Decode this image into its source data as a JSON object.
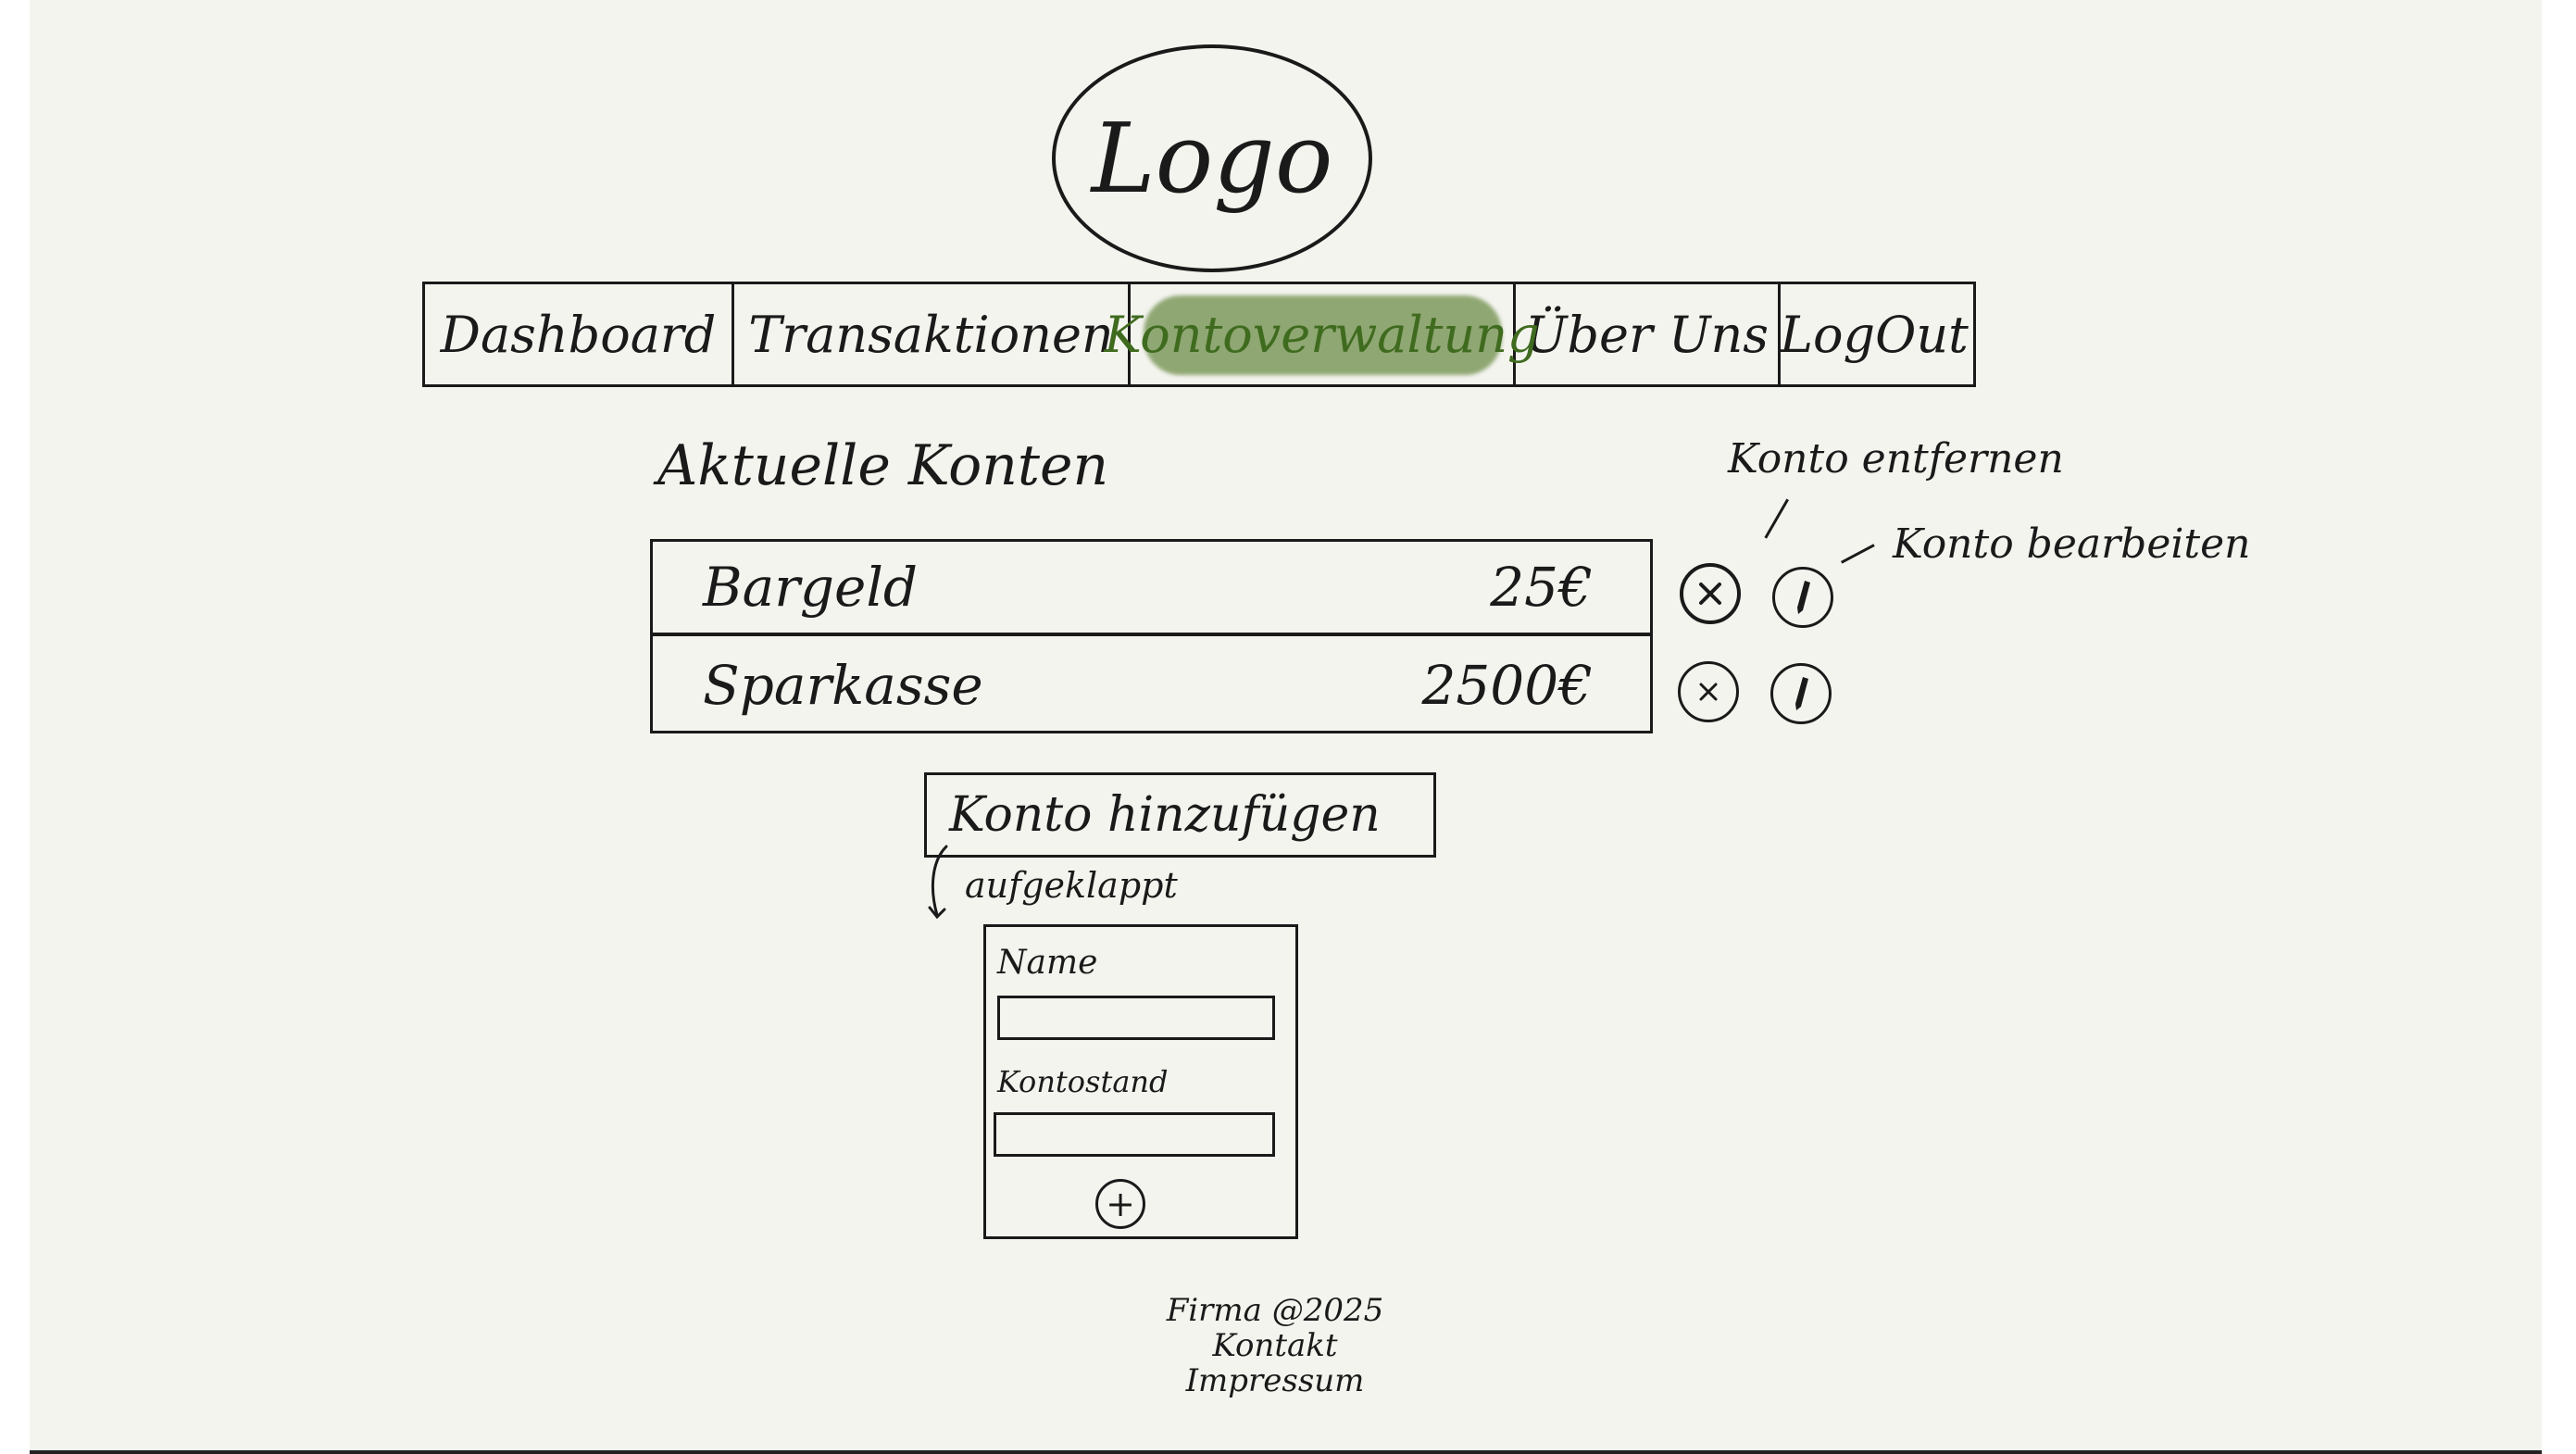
{
  "logo": {
    "text": "Logo"
  },
  "nav": {
    "items": [
      {
        "label": "Dashboard"
      },
      {
        "label": "Transaktionen"
      },
      {
        "label": "Kontoverwaltung",
        "active": true
      },
      {
        "label": "Über Uns"
      },
      {
        "label": "LogOut"
      }
    ]
  },
  "accounts": {
    "title": "Aktuelle Konten",
    "rows": [
      {
        "name": "Bargeld",
        "amount": "25€"
      },
      {
        "name": "Sparkasse",
        "amount": "2500€"
      }
    ]
  },
  "annotations": {
    "remove": "Konto entfernen",
    "edit": "Konto bearbeiten",
    "expanded": "aufgeklappt"
  },
  "add_account": {
    "label": "Konto hinzufügen"
  },
  "form": {
    "name_label": "Name",
    "balance_label": "Kontostand",
    "submit_symbol": "+"
  },
  "footer": {
    "company": "Firma @2025",
    "contact": "Kontakt",
    "imprint": "Impressum"
  },
  "colors": {
    "background": "#f4f4ef",
    "ink": "#1a1a1a",
    "highlight": "#7e9a5d"
  }
}
